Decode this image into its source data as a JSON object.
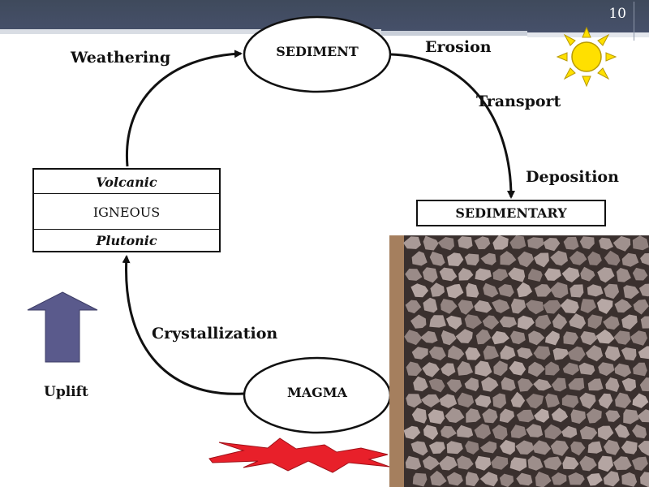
{
  "slide": {
    "number": "10"
  },
  "nodes": {
    "sediment": "SEDIMENT",
    "sedimentary": "SEDIMENTARY",
    "magma": "MAGMA",
    "igneous": {
      "top": "Volcanic",
      "middle": "IGNEOUS",
      "bottom": "Plutonic"
    }
  },
  "processes": {
    "weathering": "Weathering",
    "erosion": "Erosion",
    "transport": "Transport",
    "deposition": "Deposition",
    "crystallization": "Crystallization",
    "uplift": "Uplift"
  },
  "colors": {
    "header": "#434d62",
    "uplift_arrow": "#5a5a8c",
    "sun": "#ffe000",
    "heat_burst": "#e8202a",
    "mud_base": "#9c8a86"
  },
  "icons": {
    "sun": "sun-icon",
    "heat": "heat-burst-icon",
    "uplift": "up-arrow-icon",
    "photo": "mud-cracks-photo"
  }
}
